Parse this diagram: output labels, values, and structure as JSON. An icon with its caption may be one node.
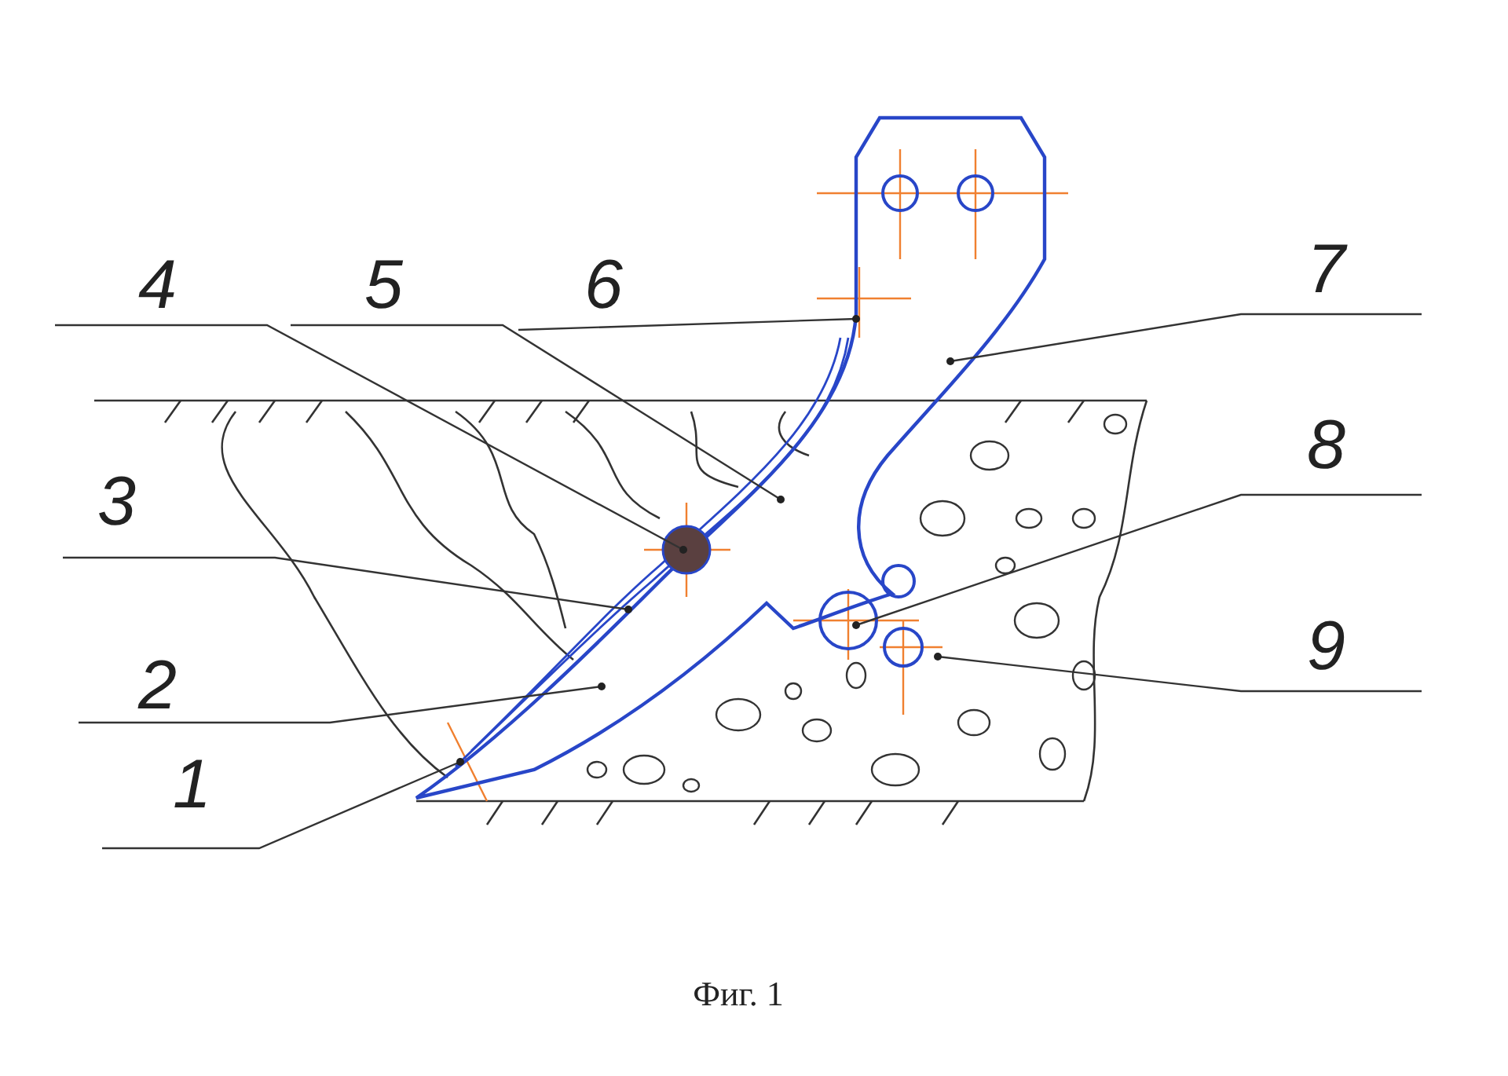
{
  "diagram": {
    "caption": "Фиг. 1",
    "nodes": [
      {
        "text": [
          "1"
        ]
      },
      {
        "text": [
          "2"
        ]
      },
      {
        "text": [
          "3"
        ]
      },
      {
        "text": [
          "4"
        ]
      },
      {
        "text": [
          "5"
        ]
      },
      {
        "text": [
          "6"
        ]
      },
      {
        "text": [
          "7"
        ]
      },
      {
        "text": [
          "8"
        ]
      },
      {
        "text": [
          "9"
        ]
      }
    ],
    "edges": [
      {
        "from": 0,
        "to": null,
        "arrow": "other"
      },
      {
        "from": 1,
        "to": null,
        "arrow": "other"
      },
      {
        "from": 2,
        "to": null,
        "arrow": "other"
      },
      {
        "from": 3,
        "to": null,
        "arrow": "other"
      },
      {
        "from": 4,
        "to": null,
        "arrow": "other"
      },
      {
        "from": 5,
        "to": null,
        "arrow": "other"
      },
      {
        "from": 6,
        "to": null,
        "arrow": "other"
      },
      {
        "from": 7,
        "to": null,
        "arrow": "other"
      },
      {
        "from": 8,
        "to": null,
        "arrow": "other"
      }
    ]
  }
}
